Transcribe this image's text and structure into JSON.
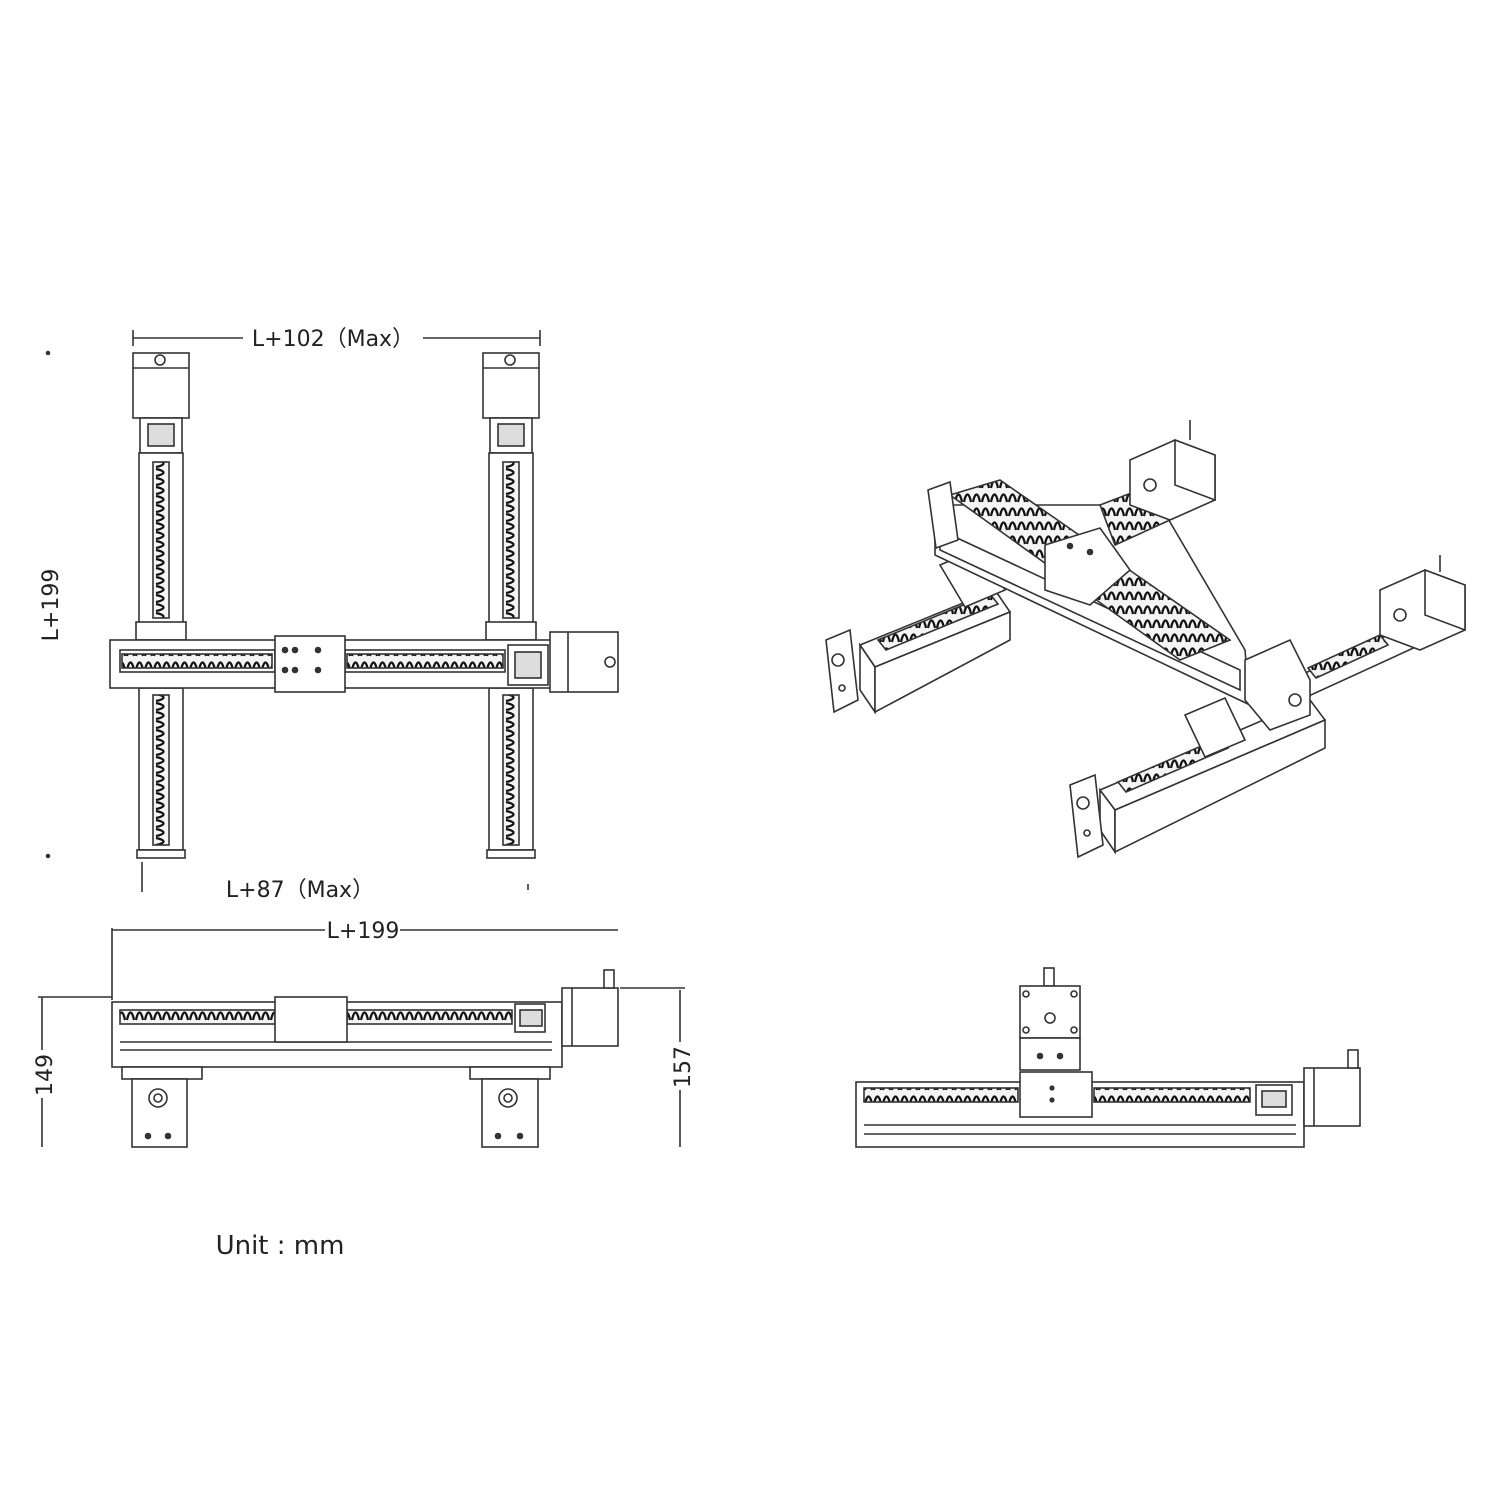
{
  "dimensions": {
    "top_width": "L+102（Max）",
    "bottom_width": "L+87（Max）",
    "left_height": "L+199",
    "side_length": "L+199",
    "side_height_149": "149",
    "side_height_157": "157"
  },
  "unit_note": "Unit : mm"
}
